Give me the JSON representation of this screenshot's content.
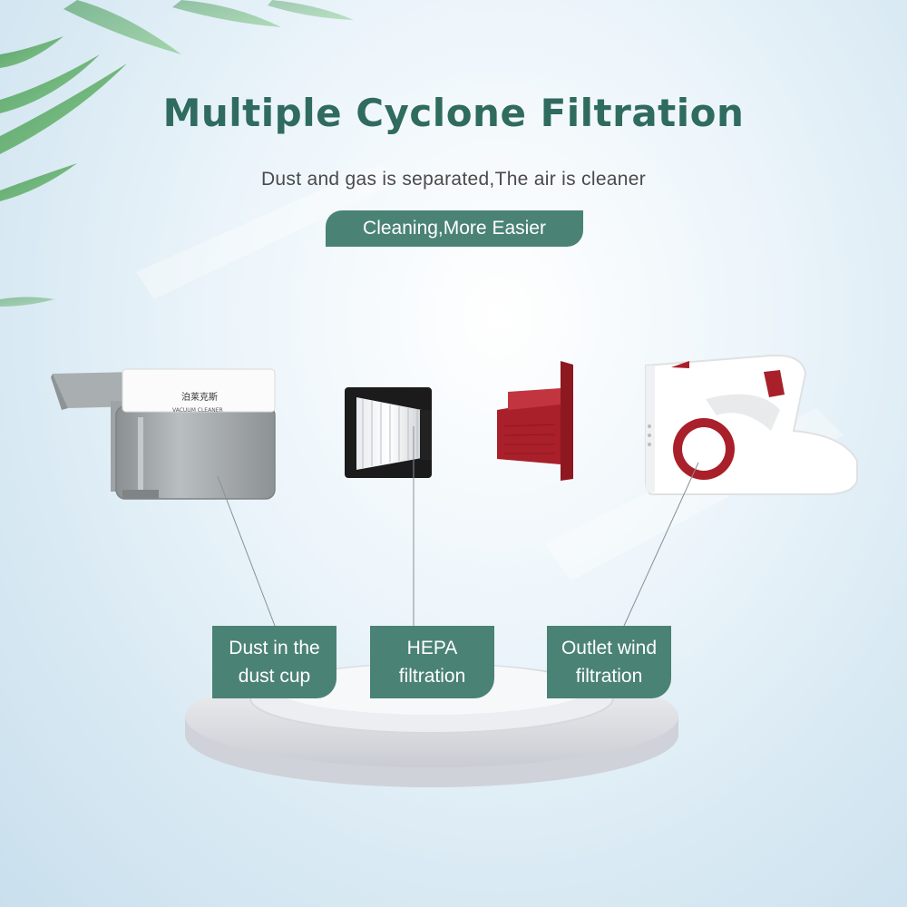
{
  "header": {
    "title": "Multiple Cyclone Filtration",
    "subtitle": "Dust and gas is separated,The air is cleaner",
    "badge": "Cleaning,More Easier"
  },
  "product": {
    "brand_cn": "泊莱克斯",
    "brand_en": "VACUUM CLEANER"
  },
  "callouts": [
    {
      "line1": "Dust in the",
      "line2": "dust cup"
    },
    {
      "line1": "HEPA",
      "line2": "filtration"
    },
    {
      "line1": "Outlet wind",
      "line2": "filtration"
    }
  ],
  "colors": {
    "accent": "#4a8276",
    "title": "#2f6b5e",
    "part_red": "#a91f2a"
  }
}
